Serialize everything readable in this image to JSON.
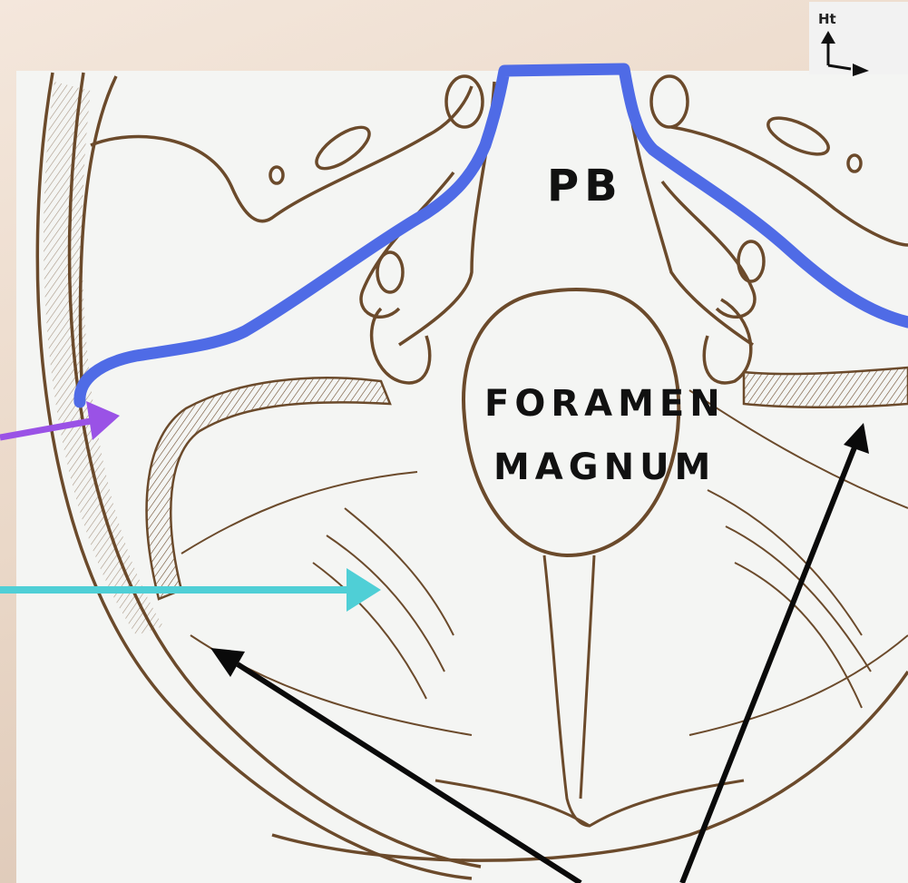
{
  "labels": {
    "pb": "PB",
    "foramen_line1": "FORAMEN",
    "foramen_line2": "MAGNUM",
    "orientation": "Ht"
  },
  "colors": {
    "outline": "#6b4a2b",
    "blue_trace": "#4f6be6",
    "purple_arrow": "#9a52e6",
    "cyan_arrow": "#4fcfd6",
    "black_arrow": "#0a0a0a"
  },
  "icons": [
    "orientation-arrow-icon"
  ]
}
